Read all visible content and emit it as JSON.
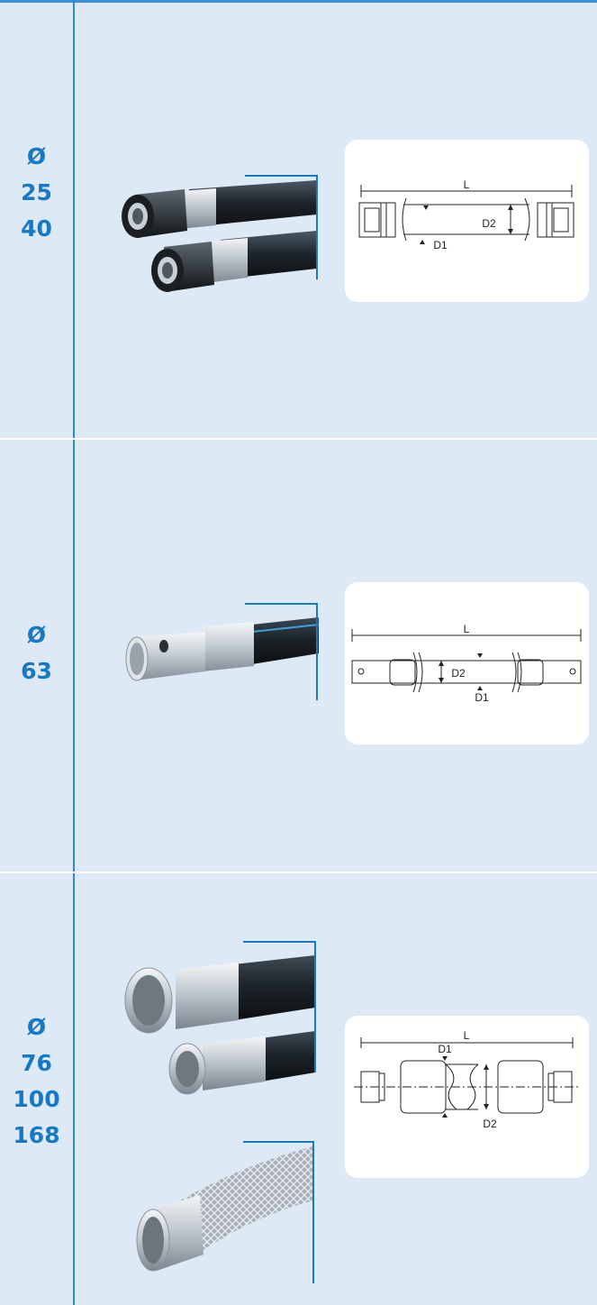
{
  "colors": {
    "background": "#dde9f5",
    "accent": "#1679c6",
    "card": "#ffffff"
  },
  "sections": [
    {
      "diameters": [
        "Ø",
        "25",
        "40"
      ],
      "dimension_labels": {
        "length": "L",
        "outer": "D2",
        "inner": "D1"
      }
    },
    {
      "diameters": [
        "Ø",
        "63"
      ],
      "dimension_labels": {
        "length": "L",
        "outer": "D2",
        "inner": "D1"
      }
    },
    {
      "diameters": [
        "Ø",
        "76",
        "100",
        "168"
      ],
      "dimension_labels": {
        "length": "L",
        "outer": "D2",
        "inner": "D1"
      }
    }
  ]
}
